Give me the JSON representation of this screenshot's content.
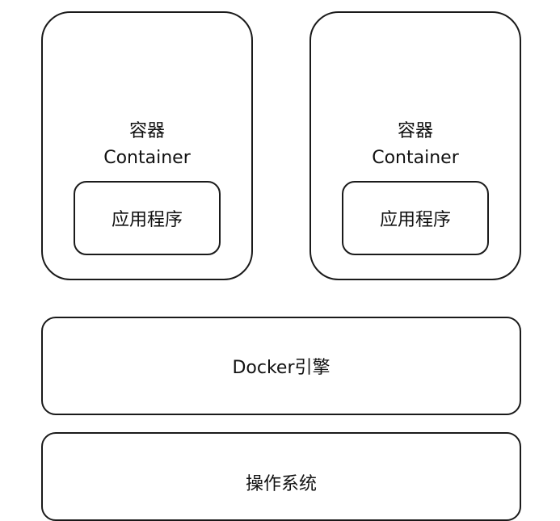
{
  "containers": [
    {
      "title_cn": "容器",
      "title_en": "Container",
      "app_label": "应用程序"
    },
    {
      "title_cn": "容器",
      "title_en": "Container",
      "app_label": "应用程序"
    }
  ],
  "docker_engine": {
    "label": "Docker引擎"
  },
  "operating_system": {
    "label": "操作系统"
  },
  "colors": {
    "stroke": "#1a1a1a",
    "background": "#ffffff",
    "text": "#111111"
  }
}
